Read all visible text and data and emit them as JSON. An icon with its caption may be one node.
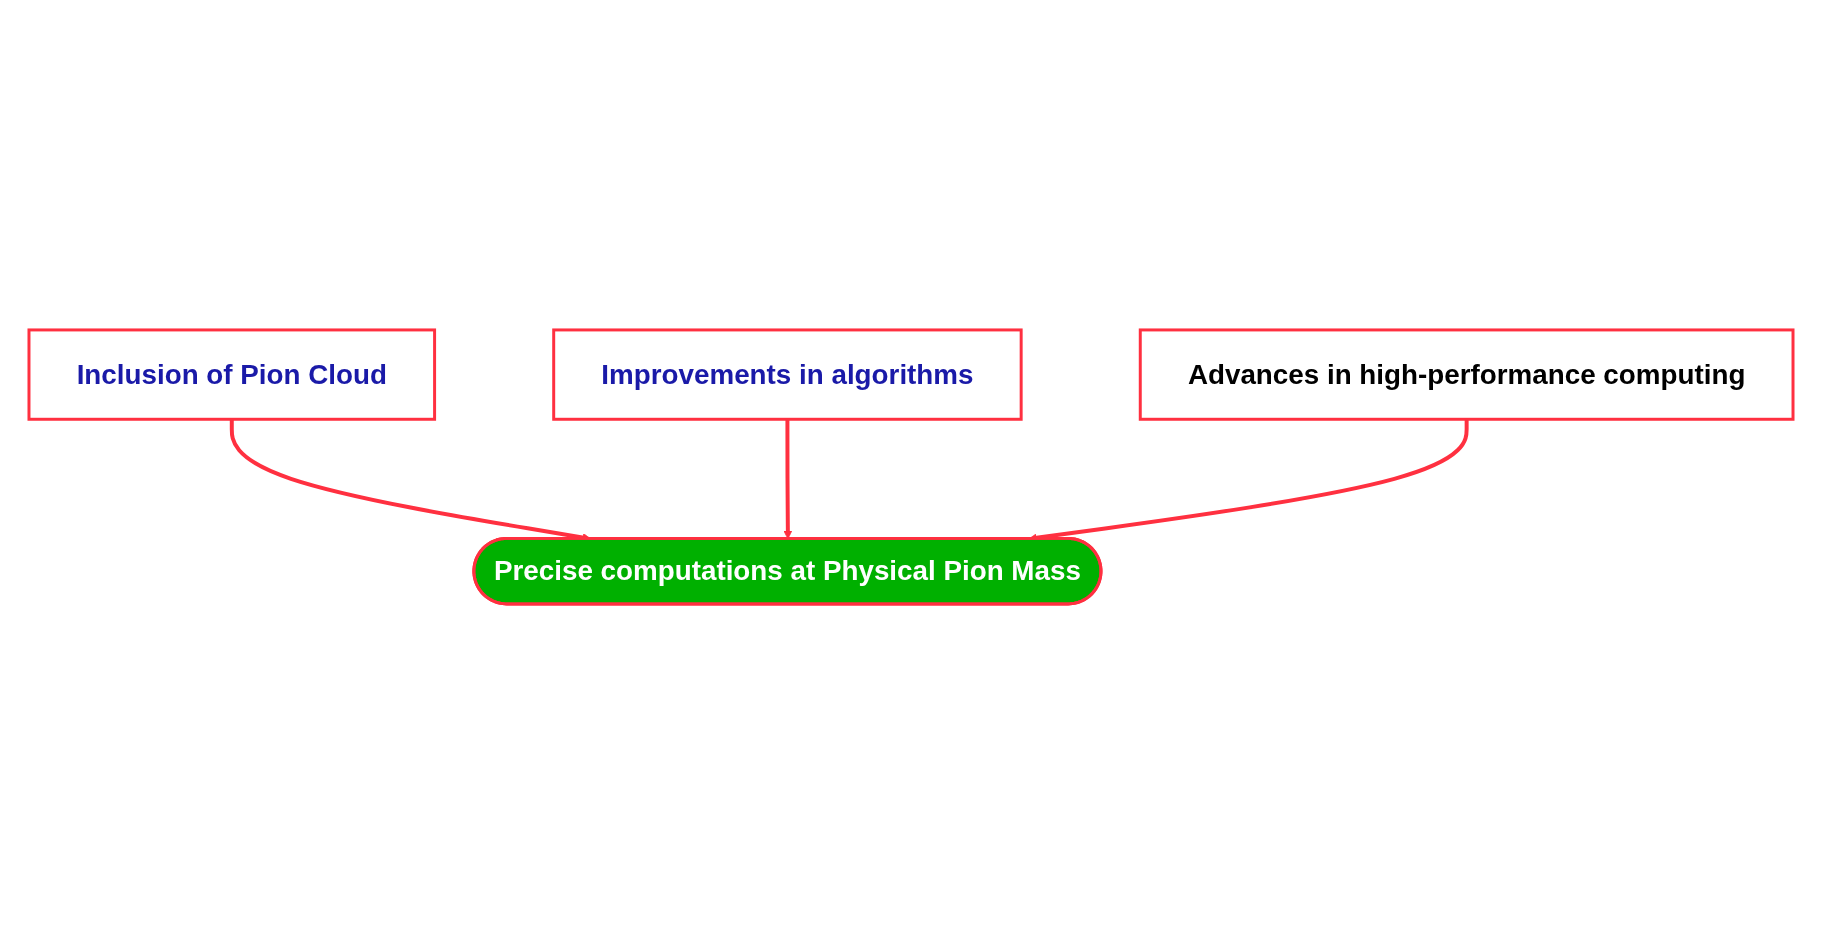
{
  "diagram": {
    "nodes": [
      {
        "text": [
          "Inclusion of Pion Cloud"
        ]
      },
      {
        "text": [
          "Improvements in algorithms"
        ]
      },
      {
        "text": [
          "Precise computations at Physical Pion Mass"
        ]
      },
      {
        "text": [
          "Advances in high-performance computing"
        ]
      }
    ],
    "edges": [
      {
        "from": 0,
        "to": 2,
        "arrow": "to"
      },
      {
        "from": 1,
        "to": 2,
        "arrow": "to"
      },
      {
        "from": 3,
        "to": 2,
        "arrow": "to"
      }
    ]
  }
}
